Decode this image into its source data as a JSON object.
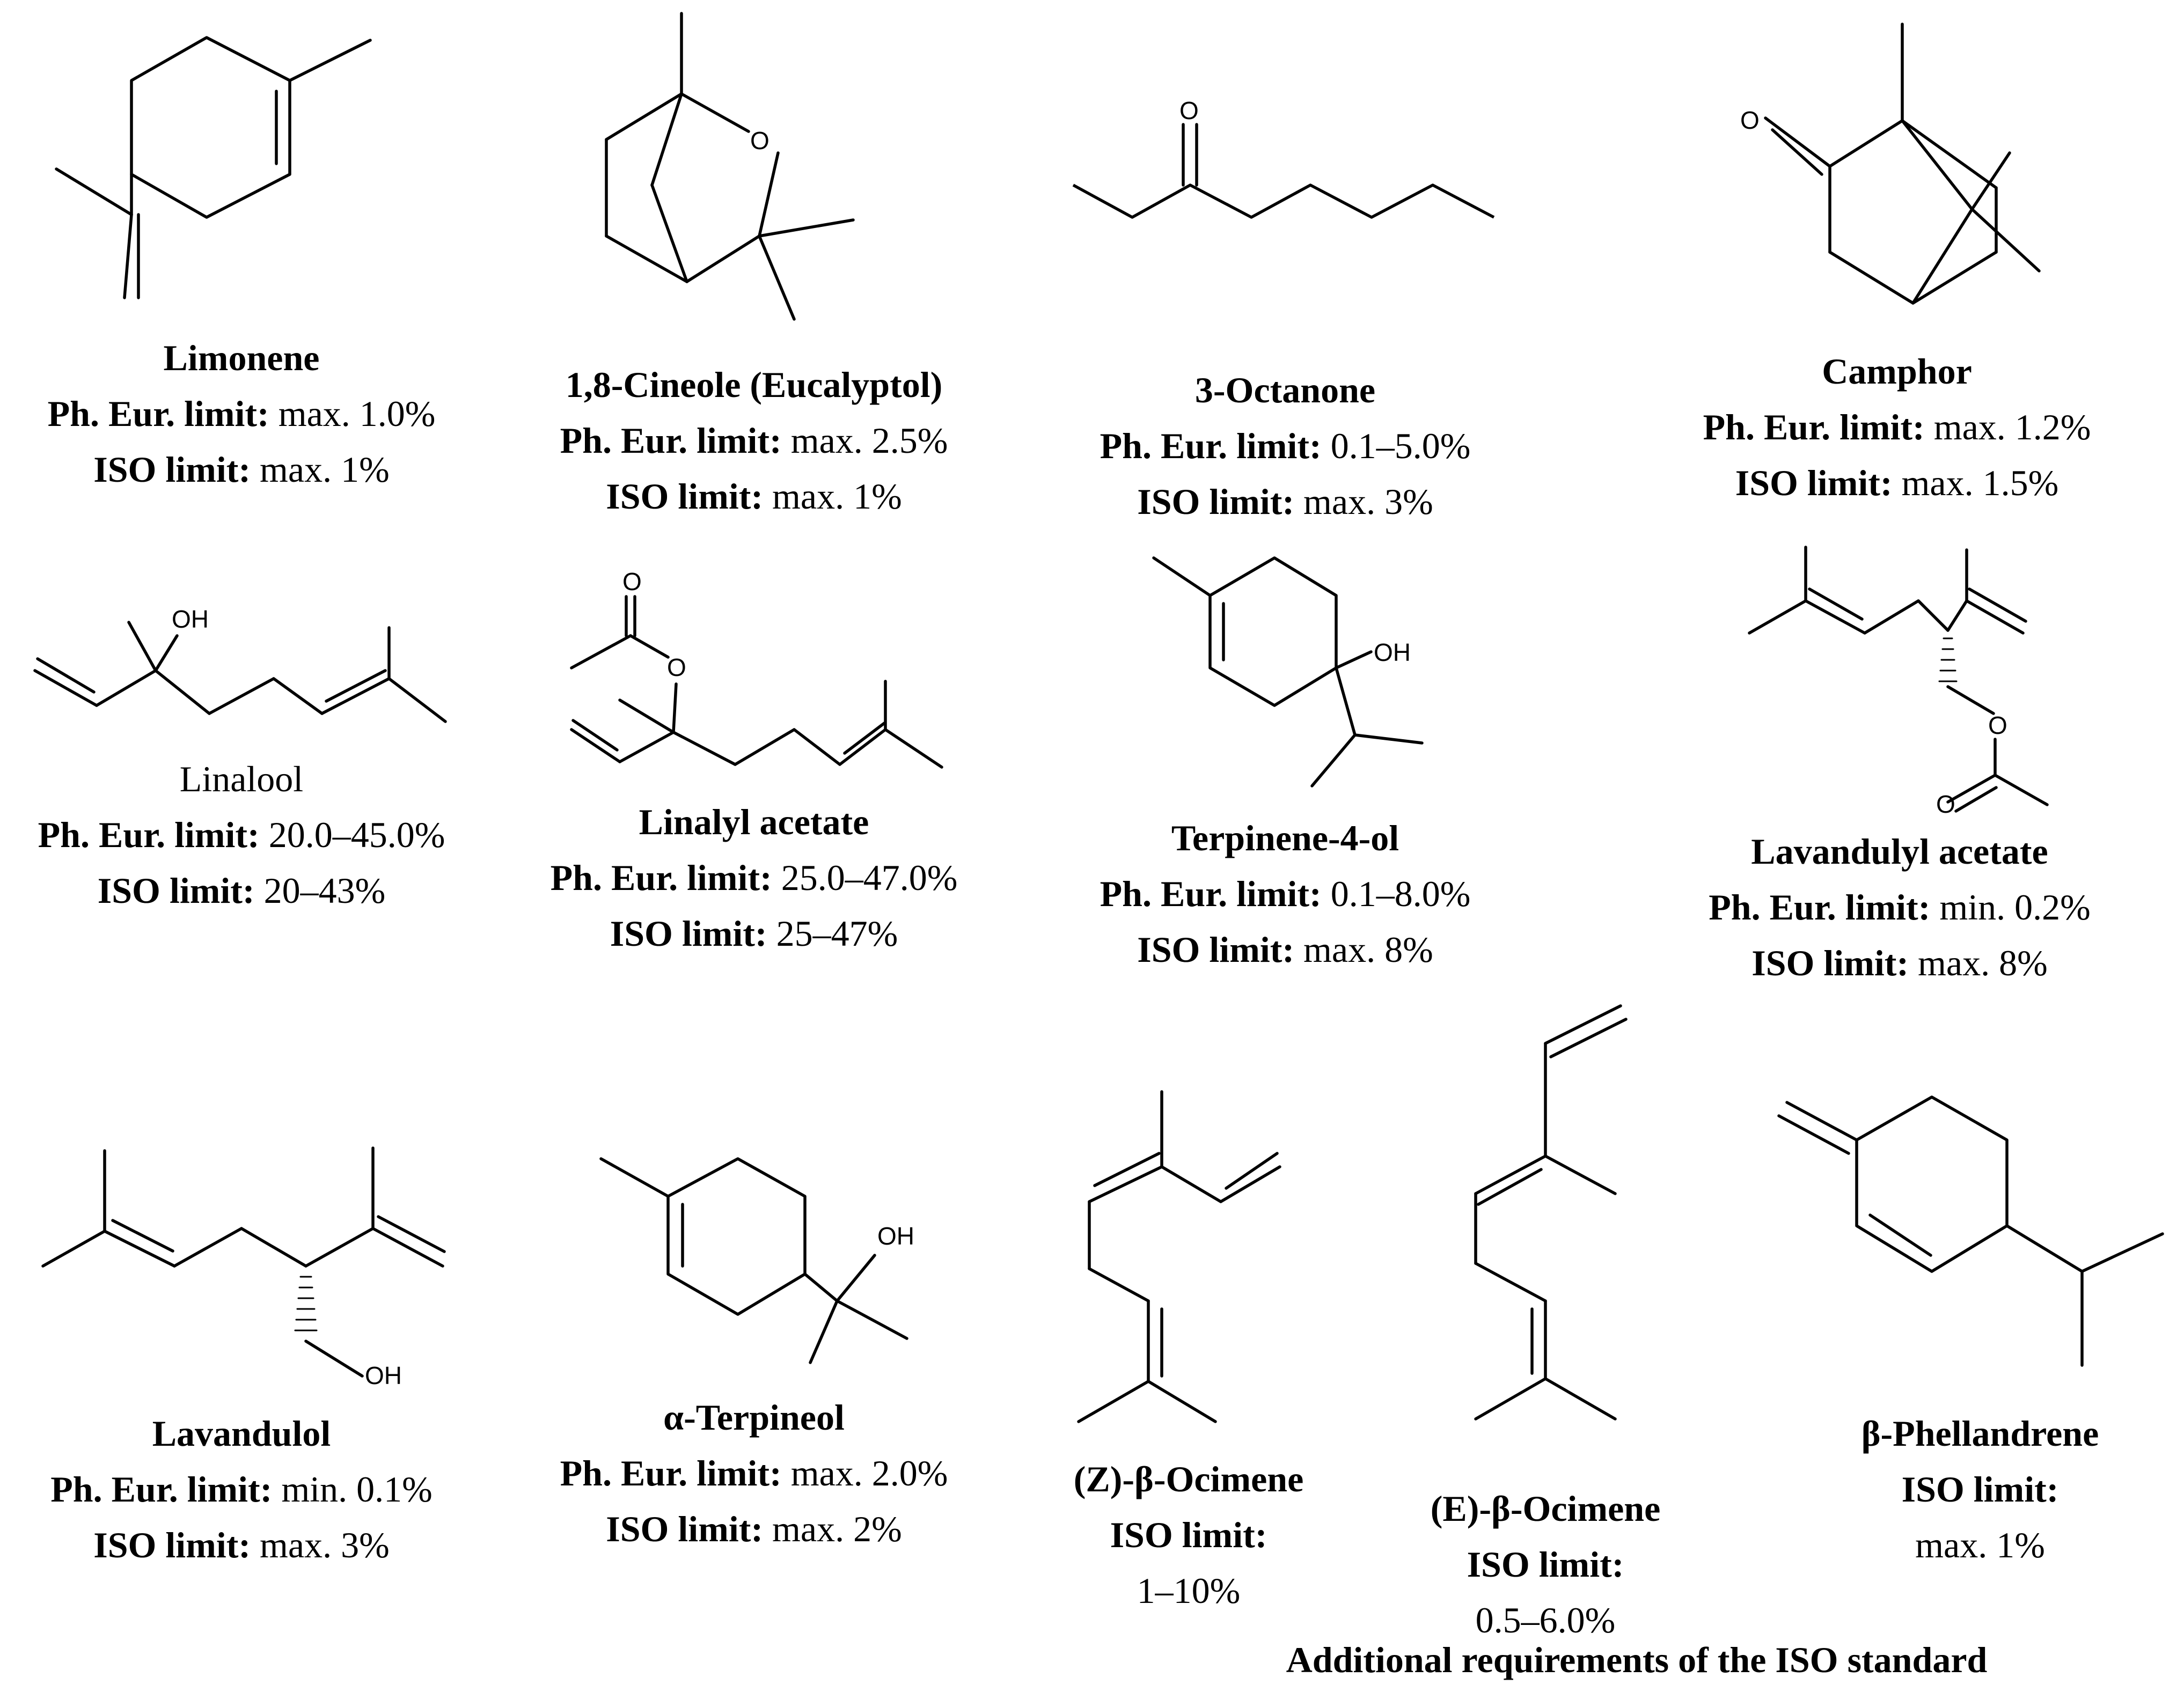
{
  "compounds": [
    {
      "name": "Limonene",
      "pheur_label": "Ph. Eur. limit:",
      "pheur_value": " max. 1.0%",
      "iso_label": "ISO limit:",
      "iso_value": " max. 1%"
    },
    {
      "name": "1,8-Cineole (Eucalyptol)",
      "pheur_label": "Ph. Eur. limit:",
      "pheur_value": " max. 2.5%",
      "iso_label": "ISO limit:",
      "iso_value": " max. 1%"
    },
    {
      "name": "3-Octanone",
      "pheur_label": "Ph. Eur. limit:",
      "pheur_value": " 0.1–5.0%",
      "iso_label": "ISO limit:",
      "iso_value": " max. 3%"
    },
    {
      "name": "Camphor",
      "pheur_label": "Ph. Eur. limit:",
      "pheur_value": " max. 1.2%",
      "iso_label": "ISO limit:",
      "iso_value": " max. 1.5%"
    },
    {
      "name": "Linalool",
      "pheur_label": "Ph. Eur. limit:",
      "pheur_value": " 20.0–45.0%",
      "iso_label": "ISO limit:",
      "iso_value": " 20–43%"
    },
    {
      "name": "Linalyl acetate",
      "pheur_label": "Ph. Eur. limit:",
      "pheur_value": " 25.0–47.0%",
      "iso_label": "ISO limit:",
      "iso_value": " 25–47%"
    },
    {
      "name": "Terpinene-4-ol",
      "pheur_label": "Ph. Eur. limit:",
      "pheur_value": " 0.1–8.0%",
      "iso_label": "ISO limit:",
      "iso_value": " max. 8%"
    },
    {
      "name": "Lavandulyl acetate",
      "pheur_label": "Ph. Eur. limit:",
      "pheur_value": " min. 0.2%",
      "iso_label": "ISO limit:",
      "iso_value": " max. 8%"
    },
    {
      "name": "Lavandulol",
      "pheur_label": "Ph. Eur. limit:",
      "pheur_value": " min. 0.1%",
      "iso_label": "ISO limit:",
      "iso_value": " max. 3%"
    },
    {
      "name": "α-Terpineol",
      "pheur_label": "Ph. Eur. limit:",
      "pheur_value": " max. 2.0%",
      "iso_label": "ISO limit:",
      "iso_value": " max. 2%"
    }
  ],
  "iso_only": [
    {
      "name": "(Z)-β-Ocimene",
      "iso_label": "ISO limit:",
      "iso_value": "1–10%"
    },
    {
      "name": "(E)-β-Ocimene",
      "iso_label": "ISO limit:",
      "iso_value": "0.5–6.0%"
    },
    {
      "name": "β-Phellandrene",
      "iso_label": "ISO limit:",
      "iso_value": "max. 1%"
    }
  ],
  "atom_labels": {
    "oxygen": "O",
    "hydroxyl": "OH"
  },
  "footer": "Additional requirements of the ISO standard"
}
